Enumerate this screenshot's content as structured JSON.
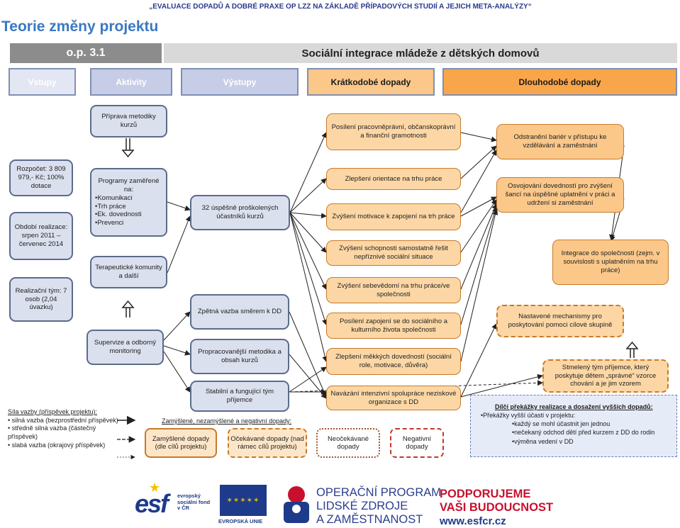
{
  "header": {
    "top_title": "„EVALUACE DOPADŮ A DOBRÉ PRAXE OP LZZ NA ZÁKLADĚ PŘÍPADOVÝCH STUDIÍ A JEJICH META-ANALÝZY“",
    "page_title": "Teorie změny projektu"
  },
  "banner": {
    "op_label": "o.p. 3.1",
    "project_title": "Sociální integrace mládeže z dětských domovů"
  },
  "columns": {
    "inputs": "Vstupy",
    "activities": "Aktivity",
    "outputs": "Výstupy",
    "short_term": "Krátkodobé dopady",
    "long_term": "Dlouhodobé dopady"
  },
  "inputs": {
    "budget": "Rozpočet: 3 809 979,- Kč; 100% dotace",
    "period": "Období realizace: srpen 2011 – červenec 2014",
    "team": "Realizační tým: 7 osob (2,04 úvazku)"
  },
  "activities": {
    "methodology": "Příprava metodiky kurzů",
    "programs_title": "Programy zaměřené na:",
    "programs_items": [
      "•Komunikaci",
      "•Trh práce",
      "•Ek. dovednosti",
      "•Prevenci"
    ],
    "therapeutic": "Terapeutické komunity a další",
    "supervision": "Supervize a odborný monitoring"
  },
  "outputs": {
    "trained": "32 úspěšně proškolených účastníků kurzů",
    "feedback": "Zpětná vazba směrem k DD",
    "methodology": "Propracovanější metodika a obsah kurzů",
    "team": "Stabilní a fungující tým příjemce"
  },
  "short_term": [
    "Posílení pracovněprávní, občanskoprávní a finanční gramotnosti",
    "Zlepšení orientace na trhu práce",
    "Zvýšení motivace k zapojení na trh práce",
    "Zvýšení schopnosti samostatně řešit nepříznivé sociální situace",
    "Zvýšení sebevědomí na trhu práce/ve společnosti",
    "Posílení zapojení se do sociálního a kulturního života společnosti",
    "Zlepšení měkkých dovedností (sociální role, motivace, důvěra)",
    "Navázání intenzivní spolupráce neziskové organizace s DD"
  ],
  "long_term": {
    "barriers": "Odstranění bariér v přístupu ke vzdělávání a zaměstnání",
    "skills": "Osvojování dovedností pro zvýšení šancí na úspěšné uplatnění v práci a udržení si zaměstnání",
    "integration": "Integrace do společnosti (zejm. v souvislosti s uplatněním na trhu práce)",
    "mechanisms": "Nastavené mechanismy pro poskytování pomoci cílové skupině",
    "team": "Stmelený tým příjemce, který poskytuje dětem „správné“ vzorce chování a je jim vzorem"
  },
  "legend": {
    "strength_title": "Síla vazby (příspěvek projektu):",
    "strong": "• silná vazba (bezprostřední příspěvek)",
    "medium": "• středně silná vazba (částečný příspěvek)",
    "weak": "• slabá vazba (okrajový příspěvek)",
    "impacts_title": "Zamýšlené, nezamýšlené a negativní dopady:",
    "intended": "Zamýšlené dopady (dle cílů projektu)",
    "expected": "Očekávané dopady (nad rámec cílů projektu)",
    "unexpected": "Neočekávané dopady",
    "negative": "Negativní dopady"
  },
  "barriers_box": {
    "title": "Dílčí překážky realizace a dosažení vyšších dopadů:",
    "intro": "•Překážky vyšší účasti v projektu:",
    "items": [
      "•každý se mohl účastnit  jen jednou",
      "•nečekaný odchod dětí před kurzem z DD do rodin",
      "•výměna vedení v DD"
    ]
  },
  "footer": {
    "esf_letters": "esf",
    "esf_text": "evropský sociální fond v ČR",
    "eu_text": "EVROPSKÁ UNIE",
    "op_line1": "OPERAČNÍ PROGRAM",
    "op_line2": "LIDSKÉ ZDROJE",
    "op_line3": "A ZAMĚSTNANOST",
    "slogan1": "PODPORUJEME",
    "slogan2": "VAŠI BUDOUCNOST",
    "url": "www.esfcr.cz"
  },
  "colors": {
    "title_blue": "#3a78c2",
    "grey_box": "#dbe0ee",
    "orange_box": "#fbc88a",
    "negative_red": "#c0392b",
    "esf_blue": "#1e3a8a",
    "slogan_red": "#c8102e"
  }
}
